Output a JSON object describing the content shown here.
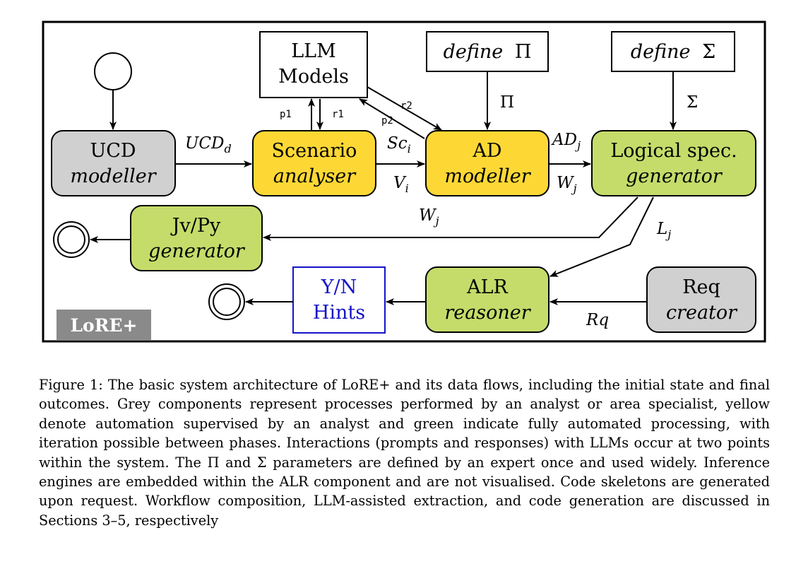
{
  "colors": {
    "grey": "#d0d0d0",
    "yellow": "#fdd835",
    "green": "#c5dc6a",
    "blue": "#1414c8",
    "badge": "#8a8a8a"
  },
  "nodes": {
    "llm": {
      "line1": "LLM",
      "line2": "Models"
    },
    "define_pi": {
      "word": "define",
      "symbol": "Π"
    },
    "define_sigma": {
      "word": "define",
      "symbol": "Σ"
    },
    "ucd": {
      "line1": "UCD",
      "line2": "modeller"
    },
    "scenario": {
      "line1": "Scenario",
      "line2": "analyser"
    },
    "ad": {
      "line1": "AD",
      "line2": "modeller"
    },
    "logical": {
      "line1": "Logical spec.",
      "line2": "generator"
    },
    "jvpy": {
      "line1": "Jv/Py",
      "line2": "generator"
    },
    "yn": {
      "line1": "Y/N",
      "line2": "Hints"
    },
    "alr": {
      "line1": "ALR",
      "line2": "reasoner"
    },
    "req": {
      "line1": "Req",
      "line2": "creator"
    }
  },
  "edges": {
    "ucd_d": {
      "base": "UCD",
      "sub": "d"
    },
    "sc_i": {
      "base": "Sc",
      "sub": "i"
    },
    "v_i": {
      "base": "V",
      "sub": "i"
    },
    "ad_j": {
      "base": "AD",
      "sub": "j"
    },
    "w_j_right": {
      "base": "W",
      "sub": "j"
    },
    "w_j_left": {
      "base": "W",
      "sub": "j"
    },
    "l_j": {
      "base": "L",
      "sub": "j"
    },
    "pi": "Π",
    "sigma": "Σ",
    "rq": "Rq",
    "p1": "p1",
    "r1": "r1",
    "p2": "p2",
    "r2": "r2"
  },
  "badge": "LoRE+",
  "caption": "Figure 1: The basic system architecture of LoRE+ and its data flows, including the initial state and final outcomes. Grey components represent processes performed by an analyst or area specialist, yellow denote automation supervised by an analyst and green indicate fully automated processing, with iteration possible between phases. Interactions (prompts and responses) with LLMs occur at two points within the system. The Π and Σ parameters are defined by an expert once and used widely. Inference engines are embedded within the ALR component and are not visualised. Code skeletons are generated upon request. Workflow composition, LLM-assisted extraction, and code generation are discussed in Sections 3–5, respectively"
}
